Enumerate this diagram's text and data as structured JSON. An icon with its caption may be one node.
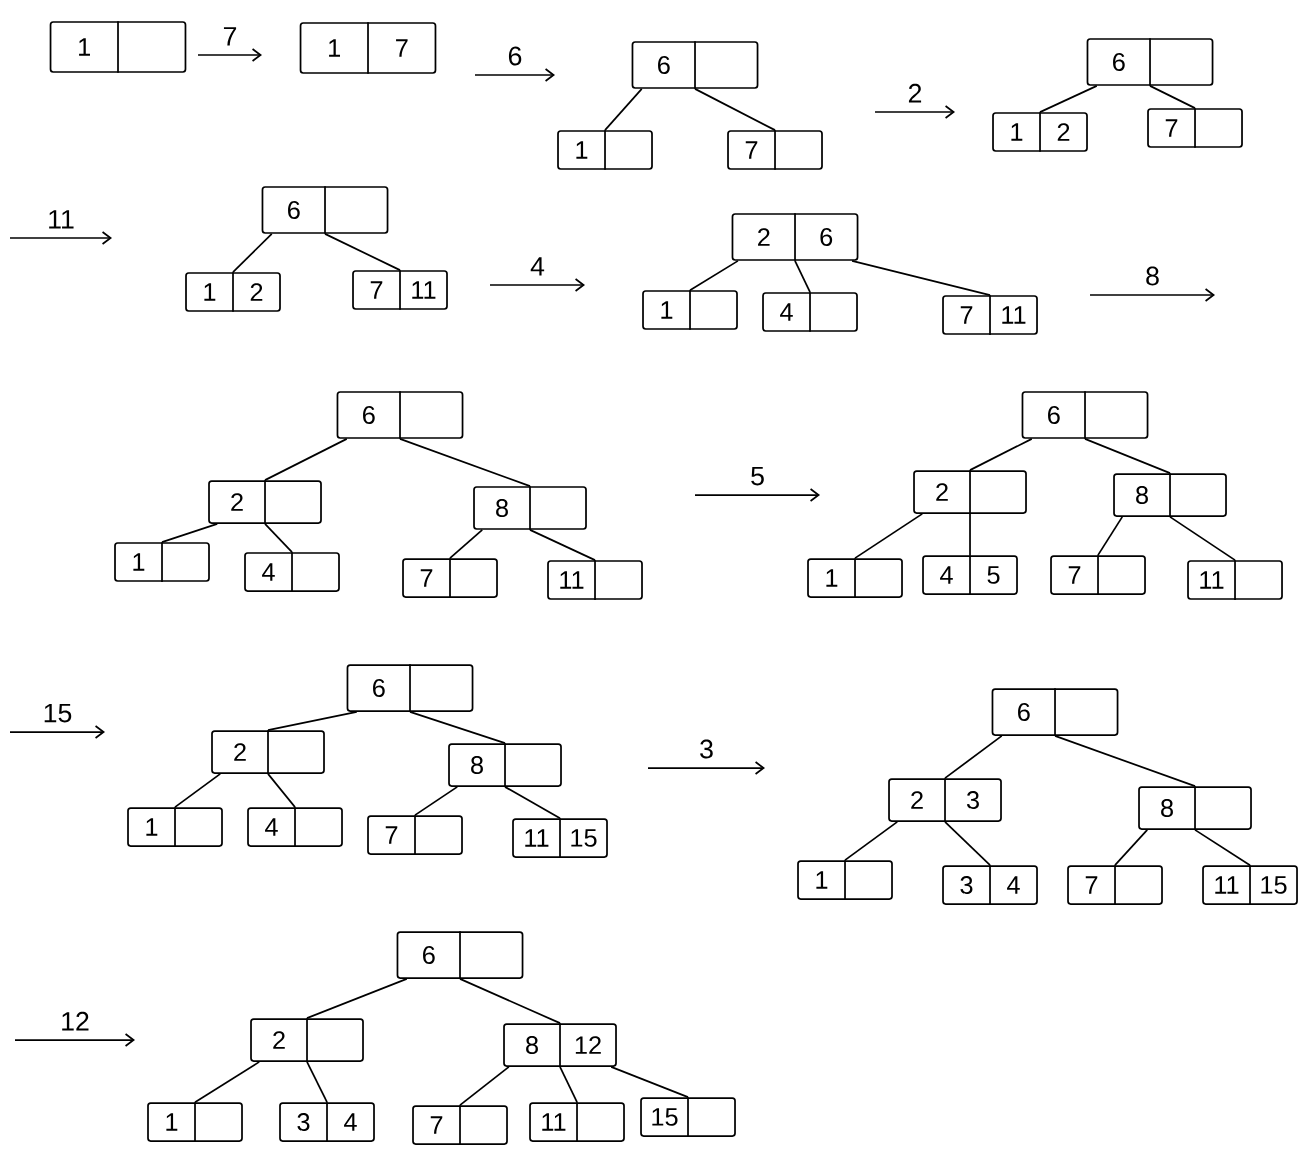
{
  "diagram": {
    "nodes": [
      {
        "text": [
          "1"
        ]
      },
      {
        "text": [
          "1",
          "7"
        ]
      },
      {
        "text": [
          "6"
        ]
      },
      {
        "text": [
          "1"
        ]
      },
      {
        "text": [
          "7"
        ]
      },
      {
        "text": [
          "6"
        ]
      },
      {
        "text": [
          "1",
          "2"
        ]
      },
      {
        "text": [
          "7"
        ]
      },
      {
        "text": [
          "6"
        ]
      },
      {
        "text": [
          "1",
          "2"
        ]
      },
      {
        "text": [
          "7",
          "11"
        ]
      },
      {
        "text": [
          "2",
          "6"
        ]
      },
      {
        "text": [
          "1"
        ]
      },
      {
        "text": [
          "4"
        ]
      },
      {
        "text": [
          "7",
          "11"
        ]
      },
      {
        "text": [
          "6"
        ]
      },
      {
        "text": [
          "2"
        ]
      },
      {
        "text": [
          "8"
        ]
      },
      {
        "text": [
          "1"
        ]
      },
      {
        "text": [
          "4"
        ]
      },
      {
        "text": [
          "7"
        ]
      },
      {
        "text": [
          "11"
        ]
      },
      {
        "text": [
          "6"
        ]
      },
      {
        "text": [
          "2"
        ]
      },
      {
        "text": [
          "8"
        ]
      },
      {
        "text": [
          "1"
        ]
      },
      {
        "text": [
          "4",
          "5"
        ]
      },
      {
        "text": [
          "7"
        ]
      },
      {
        "text": [
          "11"
        ]
      },
      {
        "text": [
          "6"
        ]
      },
      {
        "text": [
          "2"
        ]
      },
      {
        "text": [
          "8"
        ]
      },
      {
        "text": [
          "1"
        ]
      },
      {
        "text": [
          "4"
        ]
      },
      {
        "text": [
          "7"
        ]
      },
      {
        "text": [
          "11",
          "15"
        ]
      },
      {
        "text": [
          "6"
        ]
      },
      {
        "text": [
          "2",
          "3"
        ]
      },
      {
        "text": [
          "8"
        ]
      },
      {
        "text": [
          "1"
        ]
      },
      {
        "text": [
          "3",
          "4"
        ]
      },
      {
        "text": [
          "7"
        ]
      },
      {
        "text": [
          "11",
          "15"
        ]
      },
      {
        "text": [
          "6"
        ]
      },
      {
        "text": [
          "2"
        ]
      },
      {
        "text": [
          "8",
          "12"
        ]
      },
      {
        "text": [
          "1"
        ]
      },
      {
        "text": [
          "3",
          "4"
        ]
      },
      {
        "text": [
          "7"
        ]
      },
      {
        "text": [
          "11"
        ]
      },
      {
        "text": [
          "15"
        ]
      }
    ],
    "edges": [
      {
        "from": 2,
        "to": 3,
        "arrow": "none"
      },
      {
        "from": 2,
        "to": 4,
        "arrow": "none"
      },
      {
        "from": 5,
        "to": 6,
        "arrow": "none"
      },
      {
        "from": 5,
        "to": 7,
        "arrow": "none"
      },
      {
        "from": 8,
        "to": 9,
        "arrow": "none"
      },
      {
        "from": 8,
        "to": 10,
        "arrow": "none"
      },
      {
        "from": 11,
        "to": 12,
        "arrow": "none"
      },
      {
        "from": 11,
        "to": 13,
        "arrow": "none"
      },
      {
        "from": 11,
        "to": 14,
        "arrow": "none"
      },
      {
        "from": 15,
        "to": 16,
        "arrow": "none"
      },
      {
        "from": 15,
        "to": 17,
        "arrow": "none"
      },
      {
        "from": 16,
        "to": 18,
        "arrow": "none"
      },
      {
        "from": 16,
        "to": 19,
        "arrow": "none"
      },
      {
        "from": 17,
        "to": 20,
        "arrow": "none"
      },
      {
        "from": 17,
        "to": 21,
        "arrow": "none"
      },
      {
        "from": 22,
        "to": 23,
        "arrow": "none"
      },
      {
        "from": 22,
        "to": 24,
        "arrow": "none"
      },
      {
        "from": 23,
        "to": 25,
        "arrow": "none"
      },
      {
        "from": 23,
        "to": 26,
        "arrow": "none"
      },
      {
        "from": 24,
        "to": 27,
        "arrow": "none"
      },
      {
        "from": 24,
        "to": 28,
        "arrow": "none"
      },
      {
        "from": 29,
        "to": 30,
        "arrow": "none"
      },
      {
        "from": 29,
        "to": 31,
        "arrow": "none"
      },
      {
        "from": 30,
        "to": 32,
        "arrow": "none"
      },
      {
        "from": 30,
        "to": 33,
        "arrow": "none"
      },
      {
        "from": 31,
        "to": 34,
        "arrow": "none"
      },
      {
        "from": 31,
        "to": 35,
        "arrow": "none"
      },
      {
        "from": 36,
        "to": 37,
        "arrow": "none"
      },
      {
        "from": 36,
        "to": 38,
        "arrow": "none"
      },
      {
        "from": 37,
        "to": 39,
        "arrow": "none"
      },
      {
        "from": 37,
        "to": 40,
        "arrow": "none"
      },
      {
        "from": 38,
        "to": 41,
        "arrow": "none"
      },
      {
        "from": 38,
        "to": 42,
        "arrow": "none"
      },
      {
        "from": 43,
        "to": 44,
        "arrow": "none"
      },
      {
        "from": 43,
        "to": 45,
        "arrow": "none"
      },
      {
        "from": 44,
        "to": 46,
        "arrow": "none"
      },
      {
        "from": 44,
        "to": 47,
        "arrow": "none"
      },
      {
        "from": 45,
        "to": 48,
        "arrow": "none"
      },
      {
        "from": 45,
        "to": 49,
        "arrow": "none"
      },
      {
        "from": 45,
        "to": 50,
        "arrow": "none"
      }
    ],
    "labels": [
      "7",
      "6",
      "2",
      "11",
      "4",
      "8",
      "5",
      "15",
      "3",
      "12"
    ]
  }
}
